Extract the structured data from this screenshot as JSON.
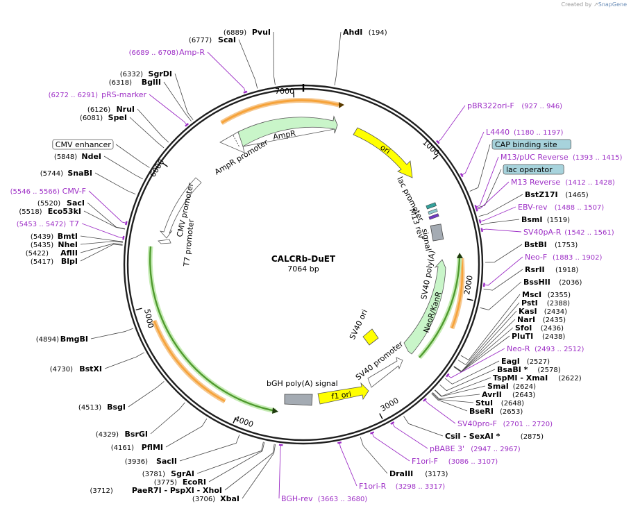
{
  "credit": {
    "prefix": "Created by",
    "brand": "SnapGene"
  },
  "plasmid": {
    "name": "CALCRb-DuET",
    "length_label": "7064 bp",
    "length": 7064
  },
  "tick_labels": [
    "1000",
    "2000",
    "3000",
    "4000",
    "5000",
    "6000",
    "7000"
  ],
  "colors": {
    "ampR": "#c9f5c9",
    "ori": "#ffff00",
    "neoR": "#c9f5c9",
    "primer": "#9d2ec6",
    "orf": "#f6a33a",
    "orf_green": "#4f9a2e",
    "gray": "#a4abb3",
    "box_blue": "#a7d3dc"
  },
  "features": {
    "ampr_promoter": "AmpR promoter",
    "ampr": "AmpR",
    "ori": "ori",
    "lac_promoter": "lac promoter",
    "m13_rev": "M13 rev",
    "signal": "signal",
    "sv40_polya": "SV40 poly(A)",
    "neor": "NeoR/KanR",
    "sv40_ori": "SV40 ori",
    "sv40_promoter": "SV40 promoter",
    "f1_ori": "f1 ori",
    "bgh": "bGH poly(A) signal",
    "cmv_promoter": "CMV promoter",
    "t7_promoter": "T7 promoter"
  },
  "left_labels": [
    {
      "text": "PvuI",
      "pos": "(6889)",
      "kind": "enzyme"
    },
    {
      "text": "ScaI",
      "pos": "(6777)",
      "kind": "enzyme"
    },
    {
      "text": "Amp-R",
      "pos": "(6689 .. 6708)",
      "kind": "primer"
    },
    {
      "text": "SgrDI",
      "pos": "(6332)",
      "kind": "enzyme"
    },
    {
      "text": "BglII",
      "pos": "(6318)",
      "kind": "enzyme"
    },
    {
      "text": "pRS-marker",
      "pos": "(6272 .. 6291)",
      "kind": "primer"
    },
    {
      "text": "NruI",
      "pos": "(6126)",
      "kind": "enzyme"
    },
    {
      "text": "SpeI",
      "pos": "(6081)",
      "kind": "enzyme"
    },
    {
      "text": "CMV enhancer",
      "pos": "",
      "kind": "box"
    },
    {
      "text": "NdeI",
      "pos": "(5848)",
      "kind": "enzyme"
    },
    {
      "text": "SnaBI",
      "pos": "(5744)",
      "kind": "enzyme"
    },
    {
      "text": "CMV-F",
      "pos": "(5546 .. 5566)",
      "kind": "primer"
    },
    {
      "text": "SacI",
      "pos": "(5520)",
      "kind": "enzyme"
    },
    {
      "text": "Eco53kI",
      "pos": "(5518)",
      "kind": "enzyme"
    },
    {
      "text": "T7",
      "pos": "(5453 .. 5472)",
      "kind": "primer"
    },
    {
      "text": "BmtI",
      "pos": "(5439)",
      "kind": "enzyme"
    },
    {
      "text": "NheI",
      "pos": "(5435)",
      "kind": "enzyme"
    },
    {
      "text": "AflII",
      "pos": "(5422)",
      "kind": "enzyme"
    },
    {
      "text": "BlpI",
      "pos": "(5417)",
      "kind": "enzyme"
    },
    {
      "text": "BmgBI",
      "pos": "(4894)",
      "kind": "enzyme"
    },
    {
      "text": "BstXI",
      "pos": "(4730)",
      "kind": "enzyme"
    },
    {
      "text": "BsgI",
      "pos": "(4513)",
      "kind": "enzyme"
    },
    {
      "text": "BsrGI",
      "pos": "(4329)",
      "kind": "enzyme"
    },
    {
      "text": "PflMI",
      "pos": "(4161)",
      "kind": "enzyme"
    },
    {
      "text": "SacII",
      "pos": "(3936)",
      "kind": "enzyme"
    },
    {
      "text": "SgrAI",
      "pos": "(3781)",
      "kind": "enzyme"
    },
    {
      "text": "EcoRI",
      "pos": "(3775)",
      "kind": "enzyme"
    },
    {
      "text": "PaeR7I - PspXI - XhoI",
      "pos": "(3712)",
      "kind": "enzyme"
    },
    {
      "text": "XbaI",
      "pos": "(3706)",
      "kind": "enzyme"
    }
  ],
  "top_labels": [
    {
      "text": "AhdI",
      "pos": "(194)",
      "kind": "enzyme"
    }
  ],
  "right_labels": [
    {
      "text": "pBR322ori-F",
      "pos": "(927 .. 946)",
      "kind": "primer"
    },
    {
      "text": "L4440",
      "pos": "(1180 .. 1197)",
      "kind": "primer"
    },
    {
      "text": "CAP binding site",
      "pos": "",
      "kind": "box"
    },
    {
      "text": "M13/pUC Reverse",
      "pos": "(1393 .. 1415)",
      "kind": "primer"
    },
    {
      "text": "lac operator",
      "pos": "",
      "kind": "box"
    },
    {
      "text": "M13 Reverse",
      "pos": "(1412 .. 1428)",
      "kind": "primer"
    },
    {
      "text": "BstZ17I",
      "pos": "(1465)",
      "kind": "enzyme"
    },
    {
      "text": "EBV-rev",
      "pos": "(1488 .. 1507)",
      "kind": "primer"
    },
    {
      "text": "BsmI",
      "pos": "(1519)",
      "kind": "enzyme"
    },
    {
      "text": "SV40pA-R",
      "pos": "(1542 .. 1561)",
      "kind": "primer"
    },
    {
      "text": "BstBI",
      "pos": "(1753)",
      "kind": "enzyme"
    },
    {
      "text": "Neo-F",
      "pos": "(1883 .. 1902)",
      "kind": "primer"
    },
    {
      "text": "RsrII",
      "pos": "(1918)",
      "kind": "enzyme"
    },
    {
      "text": "BssHII",
      "pos": "(2036)",
      "kind": "enzyme"
    },
    {
      "text": "MscI",
      "pos": "(2355)",
      "kind": "enzyme"
    },
    {
      "text": "PstI",
      "pos": "(2388)",
      "kind": "enzyme"
    },
    {
      "text": "KasI",
      "pos": "(2434)",
      "kind": "enzyme"
    },
    {
      "text": "NarI",
      "pos": "(2435)",
      "kind": "enzyme"
    },
    {
      "text": "SfoI",
      "pos": "(2436)",
      "kind": "enzyme"
    },
    {
      "text": "PluTI",
      "pos": "(2438)",
      "kind": "enzyme"
    },
    {
      "text": "Neo-R",
      "pos": "(2493 .. 2512)",
      "kind": "primer"
    },
    {
      "text": "EagI",
      "pos": "(2527)",
      "kind": "enzyme"
    },
    {
      "text": "BsaBI *",
      "pos": "(2578)",
      "kind": "enzyme"
    },
    {
      "text": "TspMI - XmaI",
      "pos": "(2622)",
      "kind": "enzyme"
    },
    {
      "text": "SmaI",
      "pos": "(2624)",
      "kind": "enzyme"
    },
    {
      "text": "AvrII",
      "pos": "(2643)",
      "kind": "enzyme"
    },
    {
      "text": "StuI",
      "pos": "(2648)",
      "kind": "enzyme"
    },
    {
      "text": "BseRI",
      "pos": "(2653)",
      "kind": "enzyme"
    },
    {
      "text": "SV40pro-F",
      "pos": "(2701 .. 2720)",
      "kind": "primer"
    },
    {
      "text": "CsiI - SexAI *",
      "pos": "(2875)",
      "kind": "enzyme"
    },
    {
      "text": "pBABE 3'",
      "pos": "(2947 .. 2967)",
      "kind": "primer"
    },
    {
      "text": "F1ori-F",
      "pos": "(3086 .. 3107)",
      "kind": "primer"
    },
    {
      "text": "DraIII",
      "pos": "(3173)",
      "kind": "enzyme"
    },
    {
      "text": "F1ori-R",
      "pos": "(3298 .. 3317)",
      "kind": "primer"
    }
  ],
  "bottom_labels": [
    {
      "text": "BGH-rev",
      "pos": "(3663 .. 3680)",
      "kind": "primer"
    }
  ]
}
